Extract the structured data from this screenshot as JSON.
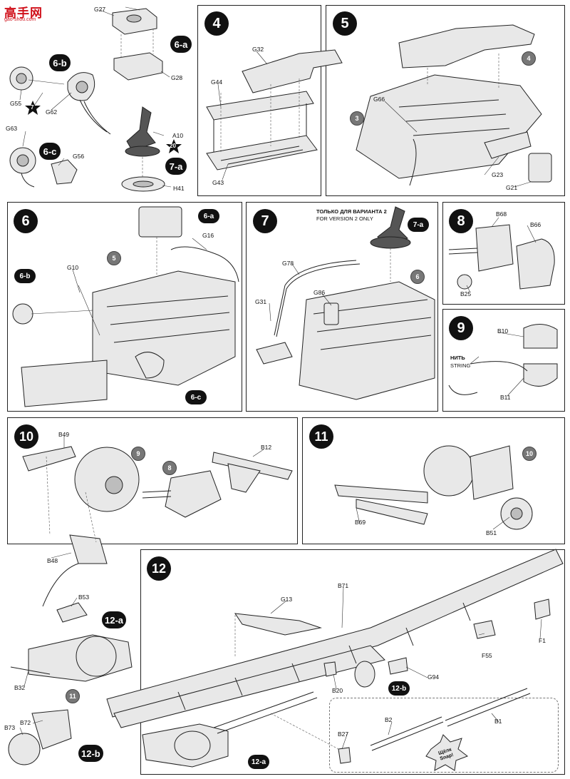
{
  "logo": {
    "title": "高手网",
    "url": "gao-shou.com"
  },
  "steps": {
    "s4": "4",
    "s5": "5",
    "s6": "6",
    "s7": "7",
    "s8": "8",
    "s9": "9",
    "s10": "10",
    "s11": "11",
    "s12": "12"
  },
  "subs": {
    "s6a": "6-a",
    "s6b": "6-b",
    "s6c": "6-c",
    "s7a": "7-a",
    "s6a_p6": "6-a",
    "s6b_p6": "6-b",
    "s6c_p6": "6-c",
    "s7a_p7": "7-a",
    "s12a_top": "12-a",
    "s12a_bot": "12-a",
    "s12b_left": "12-b",
    "s12b_p12": "12-b"
  },
  "refs": {
    "r4_p5": "4",
    "r3_p5": "3",
    "r5_p6": "5",
    "r6_p7": "6",
    "r9_p10": "9",
    "r8_p10": "8",
    "r10_p11": "10",
    "r11_left": "11"
  },
  "stars": {
    "star7": "7",
    "star20": "20"
  },
  "parts": {
    "G27": "G27",
    "G28": "G28",
    "G55": "G55",
    "G62": "G62",
    "G63": "G63",
    "G56": "G56",
    "A10": "A10",
    "H41": "H41",
    "G32": "G32",
    "G44": "G44",
    "G43": "G43",
    "G66": "G66",
    "G23": "G23",
    "G21": "G21",
    "G16": "G16",
    "G10": "G10",
    "G78": "G78",
    "G86": "G86",
    "G31": "G31",
    "B68": "B68",
    "B66": "B66",
    "B25": "B25",
    "B10": "B10",
    "B11": "B11",
    "B49": "B49",
    "B12": "B12",
    "B48": "B48",
    "B69": "B69",
    "B51": "B51",
    "B53": "B53",
    "B32": "B32",
    "B73": "B73",
    "B72": "B72",
    "G13": "G13",
    "B71": "B71",
    "F1": "F1",
    "F55": "F55",
    "G94": "G94",
    "B20": "B20",
    "B27": "B27",
    "B2": "B2",
    "B1": "B1"
  },
  "notes": {
    "version_ru": "ТОЛЬКО ДЛЯ ВАРИАНТА 2",
    "version_en": "FOR VERSION 2 ONLY",
    "string_ru": "НИТЬ",
    "string_en": "STRING",
    "click": "Щёлк Snap!"
  }
}
